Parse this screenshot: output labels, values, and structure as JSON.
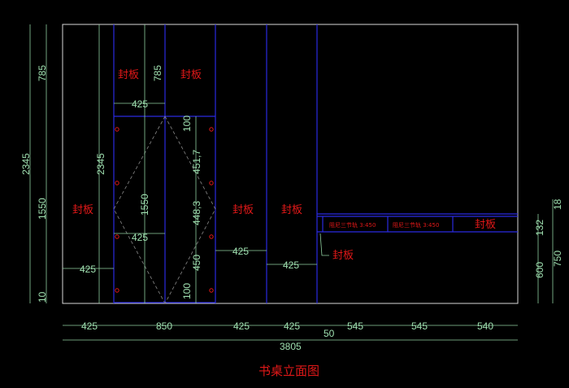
{
  "title": "书桌立面图",
  "panel_label": "封板",
  "drawer_label": "阻尼三节轨 3:450",
  "dims": {
    "left_total": "2345",
    "left_top": "785",
    "left_mid": "1550",
    "left_bottom": "10",
    "inner_total": "2345",
    "inner_top": "785",
    "inner_mid": "1550",
    "w425a": "425",
    "w425b": "425",
    "w425c": "425",
    "w425d": "425",
    "w425e": "425",
    "d100a": "100",
    "d451": "451,7",
    "d448": "448,3",
    "d450": "450",
    "d100b": "100",
    "bottom": [
      "425",
      "850",
      "425",
      "425",
      "50",
      "545",
      "545",
      "540"
    ],
    "total": "3805",
    "right_600": "600",
    "right_132": "132",
    "right_18": "18",
    "right_750": "750"
  }
}
